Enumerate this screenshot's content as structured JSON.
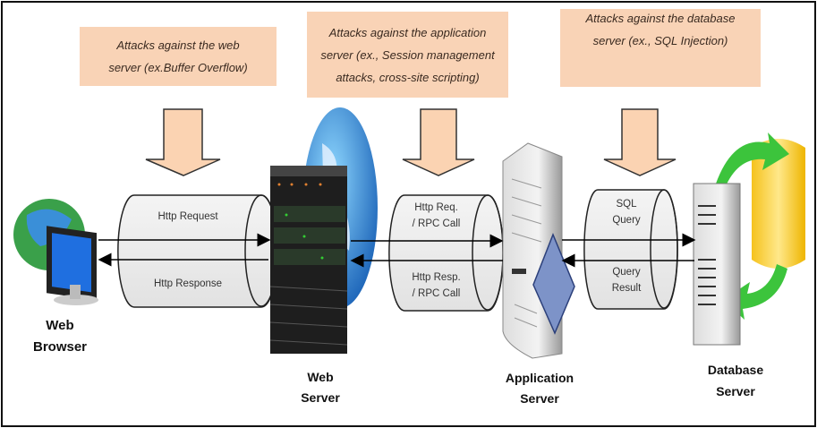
{
  "attacks": {
    "web": [
      "Attacks against the web",
      "server (ex.Buffer Overflow)"
    ],
    "app": [
      "Attacks against the application",
      "server (ex., Session management",
      "attacks, cross-site scripting)"
    ],
    "db": [
      "Attacks against the database",
      "server (ex., SQL Injection)"
    ]
  },
  "channels": {
    "browser_web": {
      "request": "Http Request",
      "response": "Http Response"
    },
    "web_app": {
      "request": [
        "Http Req.",
        "/ RPC Call"
      ],
      "response": [
        "Http Resp.",
        "/ RPC Call"
      ]
    },
    "app_db": {
      "request": [
        "SQL",
        "Query"
      ],
      "response": [
        "Query",
        "Result"
      ]
    }
  },
  "nodes": {
    "browser": [
      "Web",
      "Browser"
    ],
    "web_server": [
      "Web",
      "Server"
    ],
    "app_server": [
      "Application",
      "Server"
    ],
    "db_server": [
      "Database",
      "Server"
    ]
  },
  "colors": {
    "attack_box": "#f9d3b6",
    "arrow_fill": "#fbd3b2",
    "globe": "#2f6fc4",
    "db_cylinder": "#f5c21c",
    "db_arrows": "#3cc43c"
  }
}
